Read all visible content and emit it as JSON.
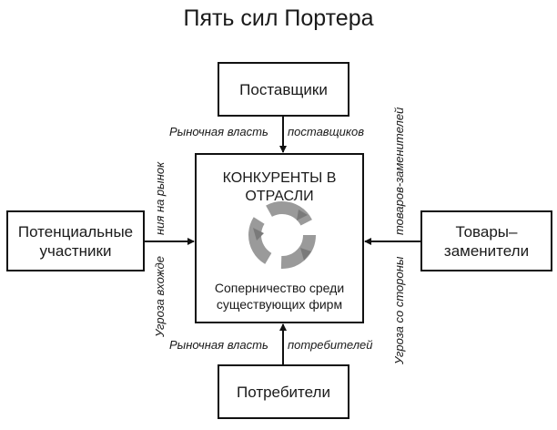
{
  "title": "Пять сил Портера",
  "boxes": {
    "suppliers": "Поставщики",
    "buyers": "Потребители",
    "entrants": "Потенциальные участники",
    "substitutes": "Товары– заменители",
    "center_title": "КОНКУРЕНТЫ В ОТРАСЛИ",
    "center_subtitle": "Соперничество среди существующих фирм"
  },
  "labels": {
    "suppliers_left": "Рыночная власть",
    "suppliers_right": "поставщиков",
    "buyers_left": "Рыночная власть",
    "buyers_right": "потребителей",
    "entrants_bottom": "Угроза вхожде",
    "entrants_top": "ния на рынок",
    "substitutes_bottom": "Угроза со стороны",
    "substitutes_top": "товаров-заменителей"
  },
  "icons": {
    "center": "cycle-arrows-icon"
  }
}
